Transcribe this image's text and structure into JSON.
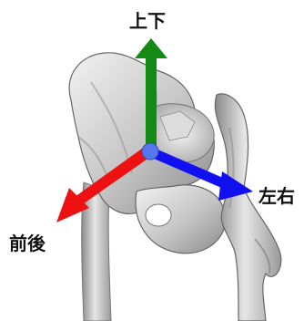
{
  "axis_labels": {
    "vertical": "上下",
    "lateral": "左右",
    "anteroposterior": "前後"
  },
  "colors": {
    "vertical_axis": "#138a13",
    "lateral_axis": "#1010f0",
    "anteroposterior_axis": "#ee1111",
    "origin_point": "#5577ee",
    "bone_light": "#eeeeee",
    "bone_mid": "#bcbcbc",
    "bone_dark": "#7a7a7a"
  }
}
